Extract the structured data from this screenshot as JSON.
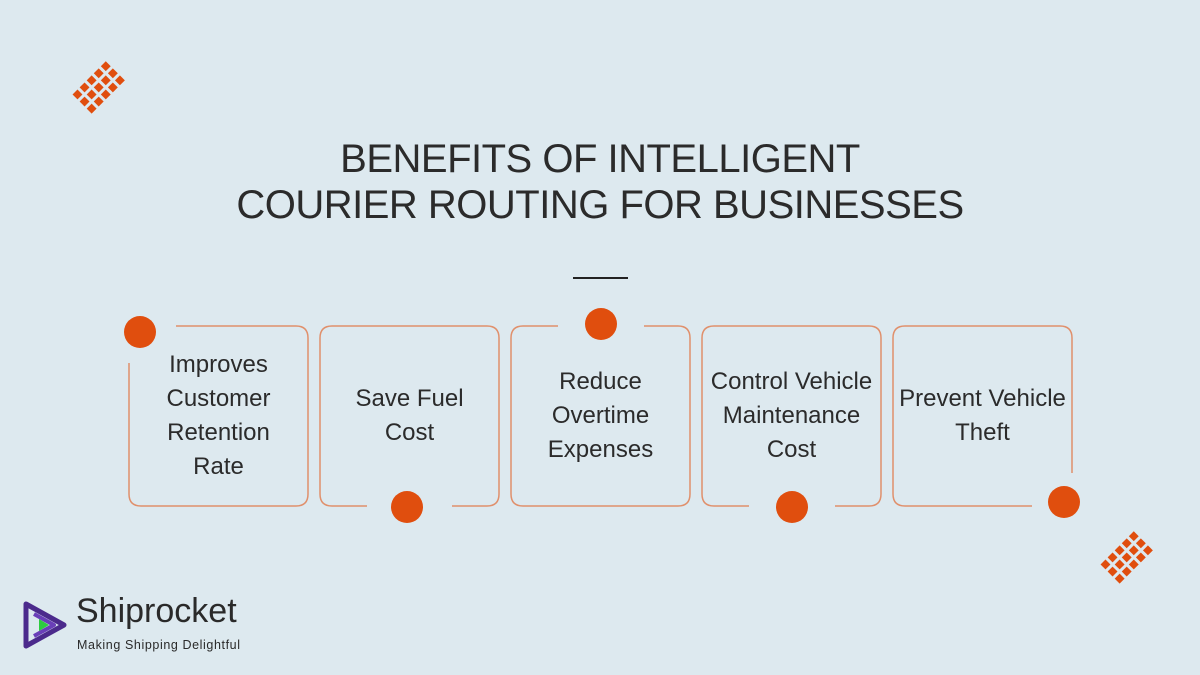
{
  "title": {
    "line1": "BENEFITS OF INTELLIGENT",
    "line2": "COURIER ROUTING FOR BUSINESSES"
  },
  "colors": {
    "background": "#dde9ef",
    "accent": "#e04e0e",
    "border": "#e0906c",
    "text": "#2b2b2b",
    "logo_purple": "#4b2a8c",
    "logo_green": "#2ecc40"
  },
  "benefits": [
    {
      "label": "Improves Customer Retention Rate",
      "dot_position": "top-left"
    },
    {
      "label": "Save Fuel Cost",
      "dot_position": "bottom-center"
    },
    {
      "label": "Reduce Overtime Expenses",
      "dot_position": "top-center"
    },
    {
      "label": "Control Vehicle Maintenance Cost",
      "dot_position": "bottom-center"
    },
    {
      "label": "Prevent Vehicle Theft",
      "dot_position": "bottom-right"
    }
  ],
  "brand": {
    "name": "Shiprocket",
    "tagline": "Making Shipping Delightful",
    "icon": "play-triangle-logo-icon"
  },
  "decorations": [
    "diamond-grid-pattern-top-left",
    "diamond-grid-pattern-bottom-right"
  ]
}
